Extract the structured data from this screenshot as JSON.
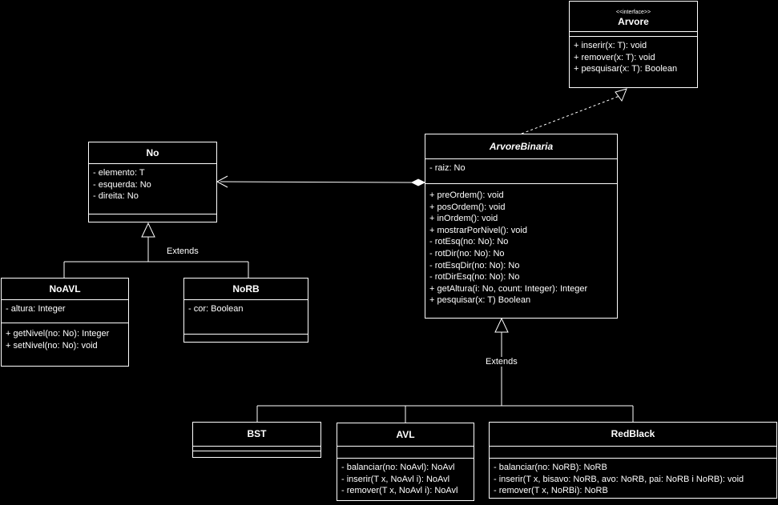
{
  "classes": {
    "arvore": {
      "stereotype": "<<interface>>",
      "name": "Arvore",
      "attributes": [],
      "methods": [
        "+ inserir(x: T): void",
        "+ remover(x: T): void",
        "+ pesquisar(x: T): Boolean"
      ]
    },
    "arvore_binaria": {
      "name": "ArvoreBinaria",
      "attributes": [
        "- raiz: No"
      ],
      "methods": [
        "+ preOrdem(): void",
        "+ posOrdem(): void",
        "+ inOrdem(): void",
        "+ mostrarPorNivel(): void",
        "- rotEsq(no: No): No",
        "- rotDir(no: No): No",
        "- rotEsqDir(no: No): No",
        "- rotDirEsq(no: No): No",
        "+ getAltura(i: No, count: Integer): Integer",
        "+ pesquisar(x: T) Boolean"
      ]
    },
    "no": {
      "name": "No",
      "attributes": [
        "- elemento: T",
        "- esquerda: No",
        "- direita: No"
      ],
      "methods": []
    },
    "no_avl": {
      "name": "NoAVL",
      "attributes": [
        "- altura: Integer"
      ],
      "methods": [
        "+ getNivel(no: No): Integer",
        "+ setNivel(no: No): void"
      ]
    },
    "no_rb": {
      "name": "NoRB",
      "attributes": [
        "- cor: Boolean"
      ],
      "methods": []
    },
    "bst": {
      "name": "BST",
      "attributes": [],
      "methods": []
    },
    "avl": {
      "name": "AVL",
      "attributes": [],
      "methods": [
        "- balanciar(no: NoAvl): NoAvl",
        "- inserir(T x, NoAvl i): NoAvl",
        "- remover(T x, NoAvl i): NoAvl"
      ]
    },
    "red_black": {
      "name": "RedBlack",
      "attributes": [],
      "methods": [
        "- balanciar(no: NoRB): NoRB",
        "- inserir(T x, bisavo: NoRB, avo: NoRB, pai: NoRB i NoRB): void",
        "- remover(T x, NoRBi): NoRB"
      ]
    }
  },
  "labels": {
    "extends_no": "Extends",
    "extends_arvore_binaria": "Extends"
  },
  "colors": {
    "background": "#000000",
    "foreground": "#ffffff"
  }
}
